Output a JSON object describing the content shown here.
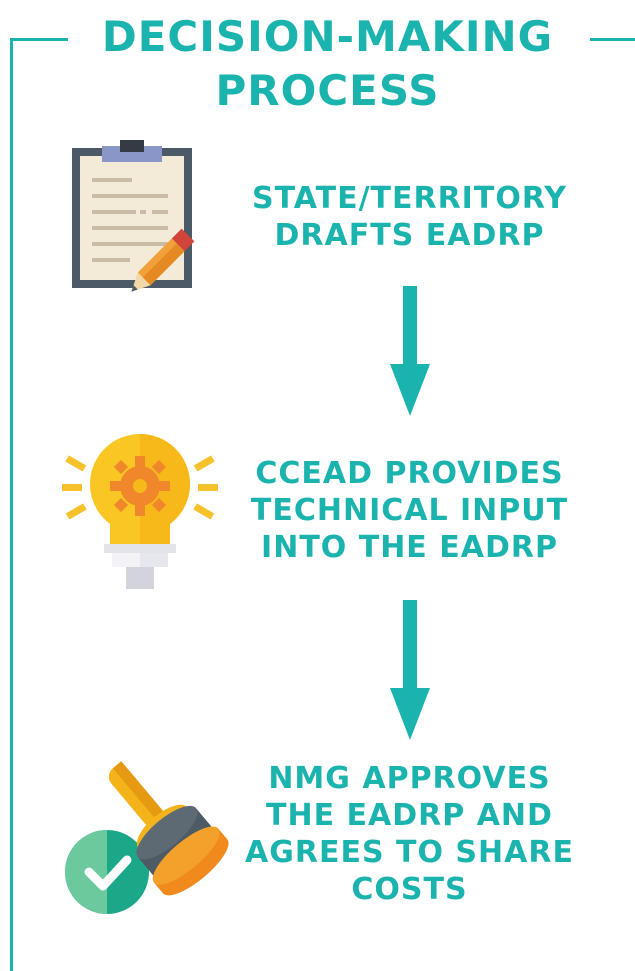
{
  "colors": {
    "accent": "#1ab3ad"
  },
  "title": {
    "line1": "DECISION-MAKING",
    "line2": "PROCESS"
  },
  "steps": [
    {
      "icon": "clipboard-pencil-icon",
      "lines": [
        "STATE/TERRITORY",
        "DRAFTS EADRP"
      ]
    },
    {
      "icon": "lightbulb-gear-icon",
      "lines": [
        "CCEAD PROVIDES",
        "TECHNICAL INPUT",
        "INTO THE EADRP"
      ]
    },
    {
      "icon": "approval-stamp-icon",
      "lines": [
        "NMG APPROVES",
        "THE EADRP AND",
        "AGREES TO SHARE",
        "COSTS"
      ]
    }
  ]
}
